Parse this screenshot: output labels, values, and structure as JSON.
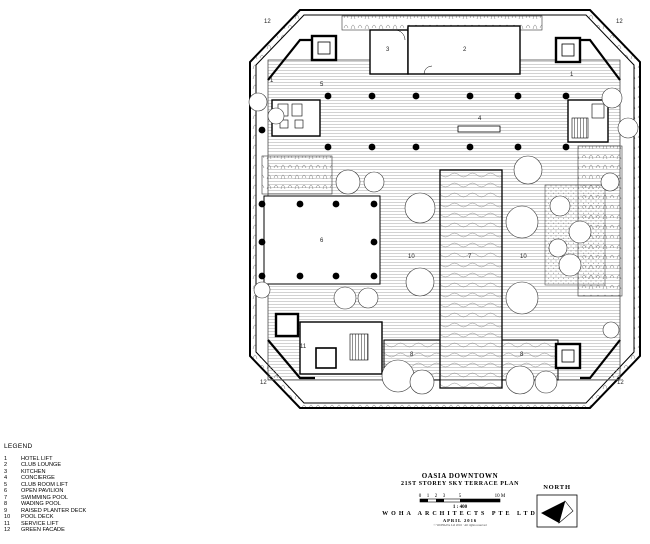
{
  "plan": {
    "labels": {
      "n1a": "1",
      "n1b": "1",
      "n2": "2",
      "n3": "3",
      "n4": "4",
      "n5": "5",
      "n6": "6",
      "n7": "7",
      "n8a": "8",
      "n8b": "8",
      "n10a": "10",
      "n10b": "10",
      "n11": "11",
      "n12tl": "12",
      "n12tr": "12",
      "n12bl": "12",
      "n12br": "12"
    }
  },
  "legend": {
    "title": "LEGEND",
    "items": [
      {
        "num": "1",
        "label": "HOTEL LIFT"
      },
      {
        "num": "2",
        "label": "CLUB LOUNGE"
      },
      {
        "num": "3",
        "label": "KITCHEN"
      },
      {
        "num": "4",
        "label": "CONCIERGE"
      },
      {
        "num": "5",
        "label": "CLUB ROOM LIFT"
      },
      {
        "num": "6",
        "label": "OPEN PAVILION"
      },
      {
        "num": "7",
        "label": "SWIMMING POOL"
      },
      {
        "num": "8",
        "label": "WADING POOL"
      },
      {
        "num": "9",
        "label": "RAISED PLANTER DECK"
      },
      {
        "num": "10",
        "label": "POOL DECK"
      },
      {
        "num": "11",
        "label": "SERVICE LIFT"
      },
      {
        "num": "12",
        "label": "GREEN FACADE"
      }
    ]
  },
  "title_block": {
    "project": "OASIA DOWNTOWN",
    "drawing": "21ST STOREY SKY TERRACE PLAN",
    "scale_ticks": [
      "0",
      "1",
      "2",
      "3",
      "5",
      "10 M"
    ],
    "ratio": "1 : 400",
    "firm": "WOHA ARCHITECTS PTE LTD",
    "date": "APRIL 2016",
    "copyright": "© WOHA Pte Ltd 2016 · All rights reserved"
  },
  "north": {
    "label": "NORTH"
  }
}
